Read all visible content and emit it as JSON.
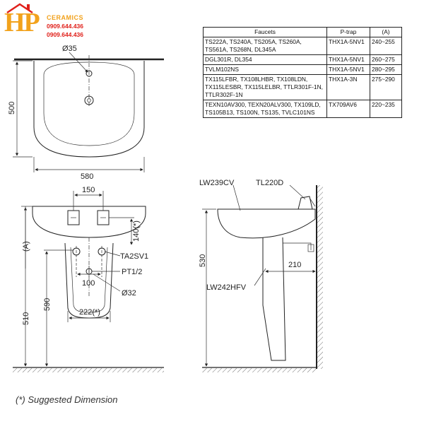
{
  "logo": {
    "initials": "HP",
    "brand": "CERAMICS",
    "phone_1": "0909.644.436",
    "phone_2": "0909.644.436",
    "colors": {
      "gold": "#f2a21c",
      "red": "#e0201a"
    }
  },
  "table": {
    "headers": [
      "Faucets",
      "P-trap",
      "(A)"
    ],
    "rows": [
      {
        "faucets": "TS222A, TS240A, TS205A, TS260A, TS561A, TS268N, DL345A",
        "ptrap": "THX1A-5NV1",
        "a": "240~255"
      },
      {
        "faucets": "DGL301R, DL354",
        "ptrap": "THX1A-5NV1",
        "a": "260~275"
      },
      {
        "faucets": "TVLM102NS",
        "ptrap": "THX1A-5NV1",
        "a": "280~295"
      },
      {
        "faucets": "TX115LFBR, TX108LHBR, TX108LDN, TX115LESBR, TX115LELBR, TTLR301F-1N, TTLR302F-1N",
        "ptrap": "THX1A-3N",
        "a": "275~290"
      },
      {
        "faucets": "TEXN10AV300, TEXN20ALV300, TX109LD, TS105B13, TS100N, TS135, TVLC101NS",
        "ptrap": "TX709AV6",
        "a": "220~235"
      }
    ]
  },
  "top_view": {
    "hole_dia": "Ø35",
    "height": "500",
    "width": "580"
  },
  "front_view": {
    "bolt_spacing": "150",
    "bolt_offset": "140(*)",
    "a_label": "(A)",
    "valve": "TA2SV1",
    "pipe_thread": "PT1/2",
    "valve_spacing": "100",
    "drain_dia": "Ø32",
    "pedestal_width": "222(*)",
    "height_510": "510",
    "height_590": "590"
  },
  "side_view": {
    "basin_model": "LW239CV",
    "faucet_model": "TL220D",
    "pedestal_model": "LW242HFV",
    "height": "530",
    "depth": "210"
  },
  "footnote": "(*) Suggested Dimension"
}
